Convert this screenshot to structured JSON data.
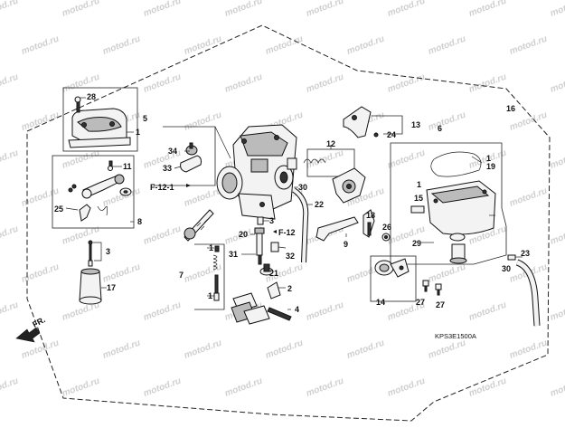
{
  "diagram": {
    "frame_label": "16",
    "watermark": "motod.ru",
    "diagram_code": "KPS3E1500A",
    "direction_label": "FR.",
    "references": [
      "F-12-1",
      "F-12"
    ],
    "callouts": {
      "c1a": "1",
      "c1b": "1",
      "c1c": "1",
      "c1d": "1",
      "c1e": "1",
      "c2": "2",
      "c3a": "3",
      "c3b": "3",
      "c4": "4",
      "c5": "5",
      "c6": "6",
      "c7": "7",
      "c8": "8",
      "c9": "9",
      "c11": "11",
      "c12": "12",
      "c13": "13",
      "c14": "14",
      "c15": "15",
      "c16": "16",
      "c17": "17",
      "c18": "18",
      "c19": "19",
      "c20": "20",
      "c21": "21",
      "c22": "22",
      "c23": "23",
      "c24": "24",
      "c25": "25",
      "c26": "26",
      "c27a": "27",
      "c27b": "27",
      "c28": "28",
      "c29": "29",
      "c30a": "30",
      "c30b": "30",
      "c31": "31",
      "c32": "32",
      "c33": "33",
      "c34": "34"
    }
  }
}
